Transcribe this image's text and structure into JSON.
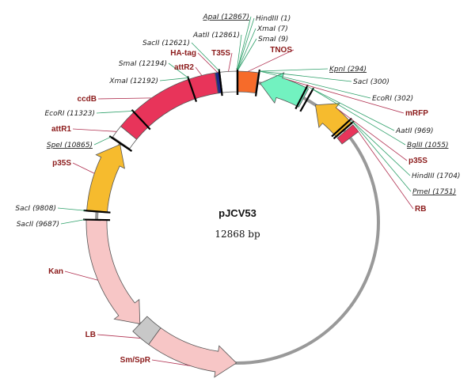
{
  "plasmid": {
    "name": "pJCV53",
    "size": "12868 bp"
  },
  "features": [
    {
      "id": "rb",
      "label": "RB",
      "start": 1780,
      "end": 1900,
      "color": "#e8345a",
      "type": "block"
    },
    {
      "id": "p35s-r",
      "label": "p35S",
      "start": 1200,
      "end": 1760,
      "color": "#f6bb2e",
      "type": "arrow-ccw"
    },
    {
      "id": "mrfp",
      "label": "mRFP",
      "start": 330,
      "end": 1000,
      "color": "#72f2c0",
      "type": "arrow-ccw"
    },
    {
      "id": "tnos",
      "label": "TNOS",
      "start": 12868,
      "end": 280,
      "color": "#f66b2a",
      "type": "block"
    },
    {
      "id": "t35s",
      "label": "T35S",
      "start": 12630,
      "end": 12860,
      "color": "#ffffff",
      "type": "block"
    },
    {
      "id": "hatag",
      "label": "HA-tag",
      "start": 12565,
      "end": 12630,
      "color": "#1f2a8a",
      "type": "block"
    },
    {
      "id": "attr2",
      "label": "attR2",
      "start": 12200,
      "end": 12560,
      "color": "#e8345a",
      "type": "block"
    },
    {
      "id": "ccdb",
      "label": "ccdB",
      "start": 11060,
      "end": 12200,
      "color": "#e8345a",
      "type": "block"
    },
    {
      "id": "attr1",
      "label": "attR1",
      "start": 10880,
      "end": 11060,
      "color": "#ffffff",
      "type": "block"
    },
    {
      "id": "p35s-l",
      "label": "p35S",
      "start": 9800,
      "end": 10850,
      "color": "#f6bb2e",
      "type": "arrow-cw"
    },
    {
      "id": "kan",
      "label": "Kan",
      "start": 8000,
      "end": 9690,
      "color": "#f7c6c6",
      "type": "arrow-ccw"
    },
    {
      "id": "lb",
      "label": "LB",
      "start": 7720,
      "end": 8000,
      "color": "#c8c8c8",
      "type": "block"
    },
    {
      "id": "smspr",
      "label": "Sm/SpR",
      "start": 6450,
      "end": 7720,
      "color": "#f7c6c6",
      "type": "arrow-ccw"
    }
  ],
  "sites": [
    {
      "label": "HindIII (1)",
      "pos": 1,
      "underline": false
    },
    {
      "label": "XmaI (7)",
      "pos": 7,
      "underline": false
    },
    {
      "label": "SmaI (9)",
      "pos": 9,
      "underline": false
    },
    {
      "label": "KpnI (294)",
      "pos": 294,
      "underline": true
    },
    {
      "label": "SacI (300)",
      "pos": 300,
      "underline": false
    },
    {
      "label": "EcoRI (302)",
      "pos": 302,
      "underline": false
    },
    {
      "label": "AatII (969)",
      "pos": 969,
      "underline": false
    },
    {
      "label": "BglII (1055)",
      "pos": 1055,
      "underline": true
    },
    {
      "label": "HindIII (1704)",
      "pos": 1704,
      "underline": false
    },
    {
      "label": "PmeI (1751)",
      "pos": 1751,
      "underline": true
    },
    {
      "label": "ApaI (12867)",
      "pos": 12867,
      "underline": true
    },
    {
      "label": "AatII (12861)",
      "pos": 12861,
      "underline": false
    },
    {
      "label": "SacII (12621)",
      "pos": 12621,
      "underline": false
    },
    {
      "label": "SmaI (12194)",
      "pos": 12194,
      "underline": false
    },
    {
      "label": "XmaI (12192)",
      "pos": 12192,
      "underline": false
    },
    {
      "label": "EcoRI (11323)",
      "pos": 11323,
      "underline": false
    },
    {
      "label": "SpeI (10865)",
      "pos": 10865,
      "underline": true
    },
    {
      "label": "SacI (9808)",
      "pos": 9808,
      "underline": false
    },
    {
      "label": "SacII (9687)",
      "pos": 9687,
      "underline": false
    }
  ],
  "colors": {
    "backbone": "#999999",
    "feature_label": "#8b1a1a",
    "site_line": "#2ea06a",
    "feature_line": "#b03050"
  }
}
